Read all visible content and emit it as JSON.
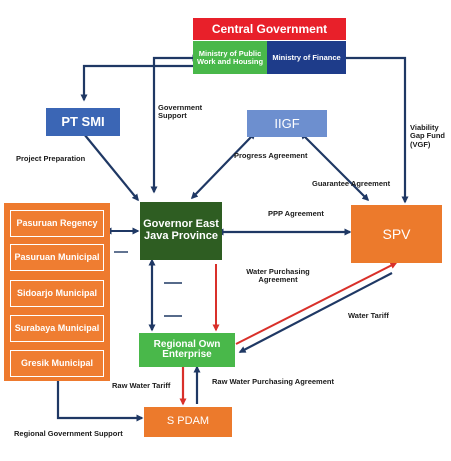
{
  "nodes": {
    "central_government": "Central Government",
    "ministry_public_works": "Ministry of Public Work and Housing",
    "ministry_finance": "Ministry of Finance",
    "pt_smi": "PT SMI",
    "iigf": "IIGF",
    "governor": "Governor East Java Province",
    "spv": "SPV",
    "regional_enterprise": "Regional Own Enterprise",
    "s_pdam": "S PDAM"
  },
  "municipalities": [
    "Pasuruan Regency",
    "Pasuruan Municipal",
    "Sidoarjo Municipal",
    "Surabaya Municipal",
    "Gresik Municipal"
  ],
  "edge_labels": {
    "government_support": "Government Support",
    "project_preparation": "Project Preparation",
    "progress_agreement": "Progress Agreement",
    "viability_gap_fund": "Viability Gap Fund (VGF)",
    "guarantee_agreement": "Guarantee Agreement",
    "ppp_agreement": "PPP Agreement",
    "water_purchasing_agreement_spv": "Water Purchasing Agreement",
    "water_tariff": "Water Tariff",
    "raw_water_tariff": "Raw Water Tariff",
    "water_purchasing_agreement_pdam": "Raw Water Purchasing Agreement",
    "regional_government_support": "Regional Government Support"
  },
  "colors": {
    "red": "#e8202a",
    "green": "#49b84a",
    "navy": "#1e3c8a",
    "blue": "#3b66b5",
    "dark_green": "#2e5d22",
    "orange": "#ec7a2c",
    "arrow": "#1f3864",
    "red_arrow": "#d9302a"
  }
}
